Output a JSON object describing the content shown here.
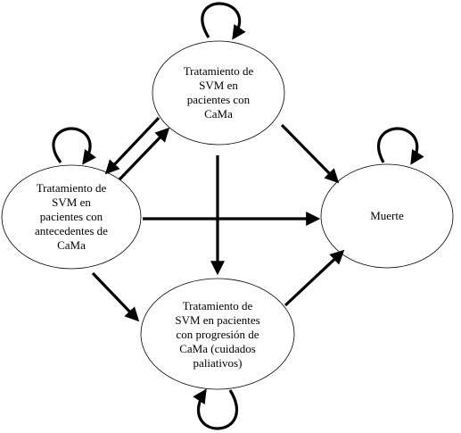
{
  "diagram": {
    "states": {
      "cama": {
        "line1": "Tratamiento de",
        "line2": "SVM en",
        "line3": "pacientes con",
        "line4": "CaMa"
      },
      "antecedentes": {
        "line1": "Tratamiento de",
        "line2": "SVM en",
        "line3": "pacientes con",
        "line4": "antecedentes de",
        "line5": "CaMa"
      },
      "muerte": {
        "line1": "Muerte"
      },
      "progresion": {
        "line1": "Tratamiento de",
        "line2": "SVM en pacientes",
        "line3": "con progresión de",
        "line4": "CaMa (cuidados",
        "line5": "paliativos)"
      }
    },
    "colors": {
      "stroke": "#000000",
      "fill": "#ffffff",
      "text": "#000000"
    }
  }
}
